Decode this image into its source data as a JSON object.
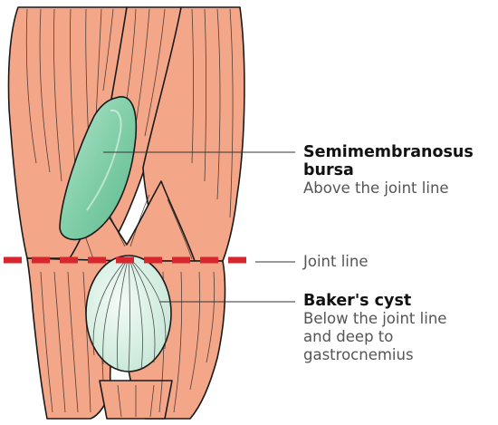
{
  "labels": {
    "bursa": {
      "title": "Semimembranosus bursa",
      "description": "Above the joint line"
    },
    "joint": {
      "text": "Joint line"
    },
    "baker": {
      "title": "Baker's cyst",
      "description": "Below the joint line\nand deep to\ngastrocnemius"
    }
  },
  "colors": {
    "muscle": "#f4a688",
    "muscle_outline": "#1a1a1a",
    "bursa": "#86d1ac",
    "cyst": "#dcefe6",
    "joint_line": "#d7262d",
    "leader": "#333333"
  }
}
